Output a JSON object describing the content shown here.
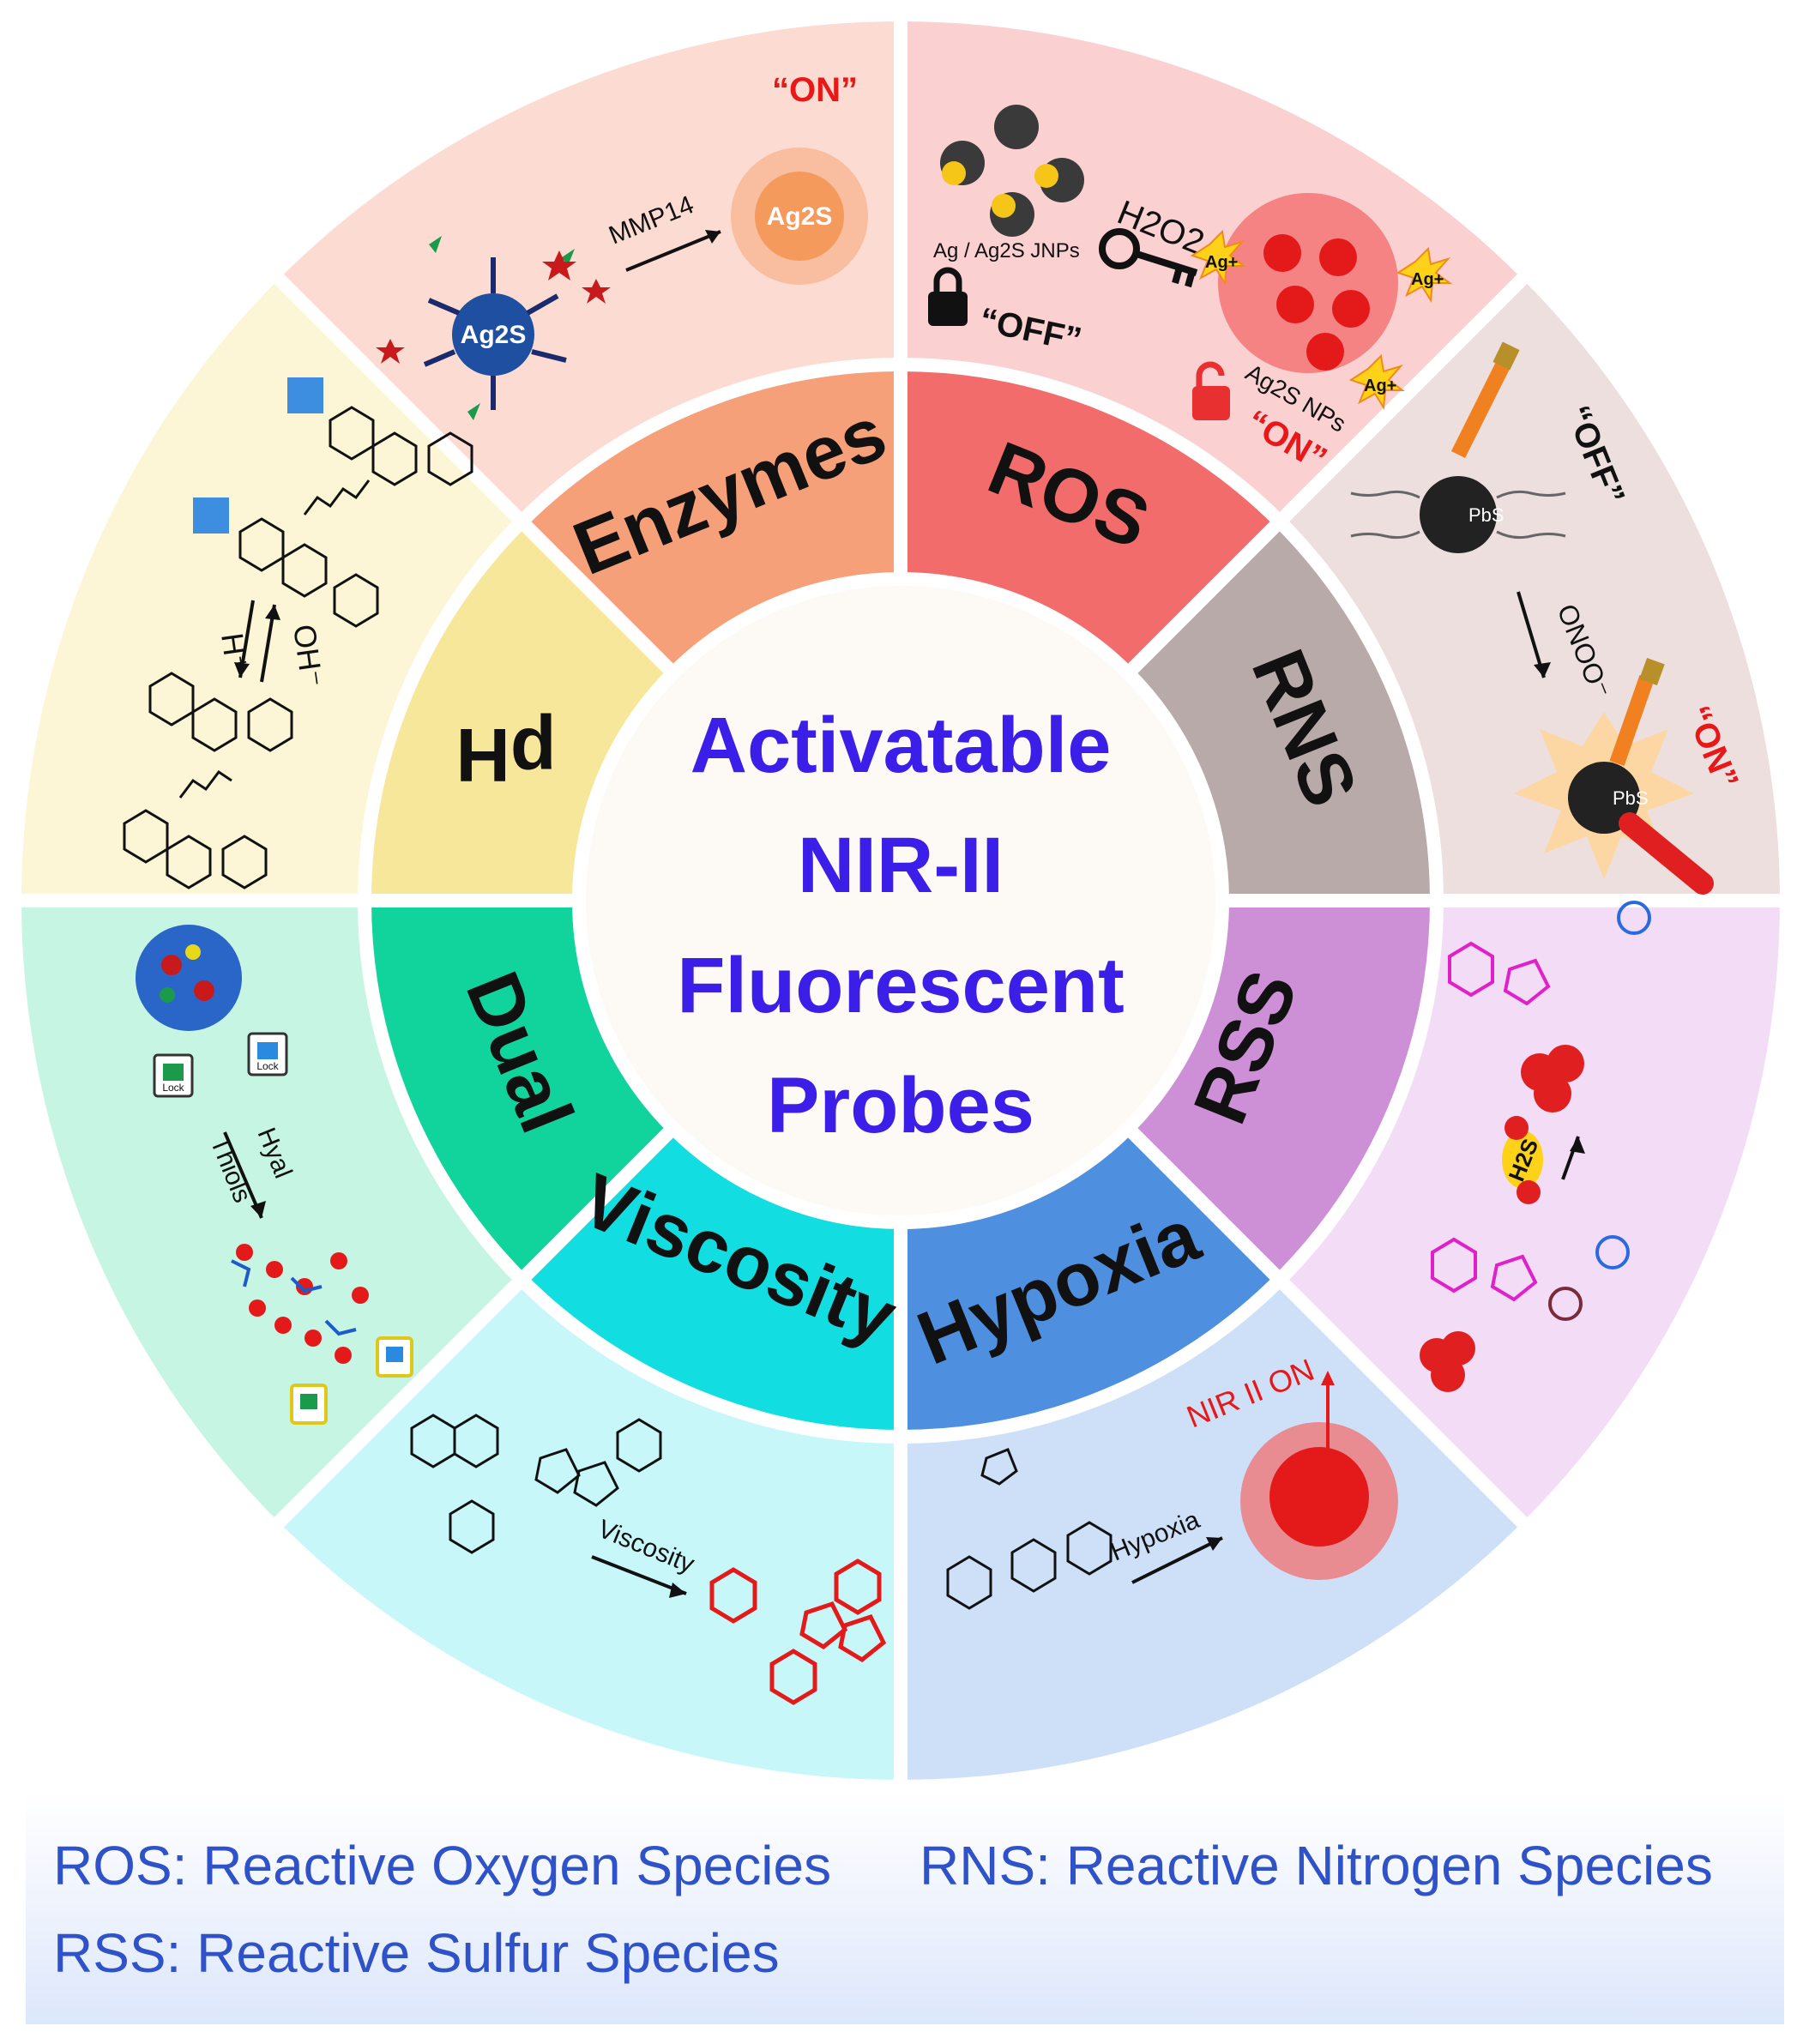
{
  "colors": {
    "center_text": "#3b1fe8",
    "legend_text": "#2f52c9",
    "on_red": "#e81818"
  },
  "center": {
    "lines": [
      "Activatable",
      "NIR-II",
      "Fluorescent",
      "Probes"
    ]
  },
  "segments": [
    {
      "label": "Enzymes",
      "inner_color": "#f36c6c",
      "outer_color": "#fbd0d0"
    },
    {
      "label": "ROS",
      "inner_color": "#b7aaa8",
      "outer_color": "#ecdfdd"
    },
    {
      "label": "RNS",
      "inner_color": "#cd8fd6",
      "outer_color": "#f2dcf6"
    },
    {
      "label": "RSS",
      "inner_color": "#4e8fe0",
      "outer_color": "#cde0f8"
    },
    {
      "label": "Hypoxia",
      "inner_color": "#12dde0",
      "outer_color": "#c7f7f8"
    },
    {
      "label": "Viscosity",
      "inner_color": "#11d39c",
      "outer_color": "#c7f5e4"
    },
    {
      "label": "Dual",
      "inner_color": "#f6e79a",
      "outer_color": "#fcf5d6"
    },
    {
      "label": "pH",
      "inner_color": "#f6a07a",
      "outer_color": "#fcdcd2"
    }
  ],
  "annotations": {
    "enzymes_on": "“ON”",
    "mmp14": "MMP14",
    "ag2s_core": "Ag2S",
    "ros_h2o2": "H2O2",
    "ros_jnps": "Ag / Ag2S JNPs",
    "ros_off": "“OFF”",
    "ros_nps": "Ag2S NPs",
    "ros_on": "“ON”",
    "ag_plus": "Ag+",
    "rns_off": "“OFF”",
    "rns_onoo": "ONOO⁻",
    "rns_on": "“ON”",
    "pbs": "PbS",
    "rss_h2s": "H2S",
    "hypoxia_arrow": "Hypoxia",
    "hypoxia_nir_on": "NIR II ON",
    "viscosity_arrow": "Viscosity",
    "dual_hyal": "Hyal",
    "dual_thiols": "Thiols",
    "lock": "Lock",
    "ph_h_plus": "H⁺",
    "ph_oh_minus": "OH⁻"
  },
  "legend": {
    "ros": "ROS: Reactive Oxygen Species",
    "rns": "RNS: Reactive Nitrogen Species",
    "rss": "RSS: Reactive Sulfur Species"
  }
}
